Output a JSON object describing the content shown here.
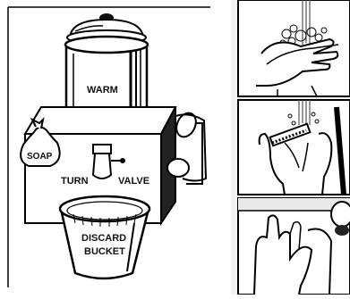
{
  "labels": {
    "tank": "WARM",
    "soap": "SOAP",
    "valve_left": "TURN",
    "valve_right": "VALVE",
    "bucket_line1": "DISCARD",
    "bucket_line2": "BUCKET"
  },
  "panels": [
    {
      "name": "wash-hands-panel"
    },
    {
      "name": "scrub-nails-panel"
    },
    {
      "name": "rinse-hands-panel"
    }
  ]
}
